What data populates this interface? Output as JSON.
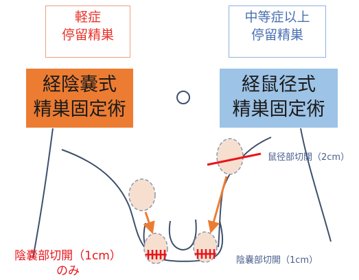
{
  "left": {
    "severity_lines": [
      "軽症",
      "停留精巣"
    ],
    "method_lines": [
      "経陰嚢式",
      "精巣固定術"
    ],
    "incision_lines": [
      "陰嚢部切開（1cm）",
      "のみ"
    ]
  },
  "right": {
    "severity_lines": [
      "中等症以上",
      "停留精巣"
    ],
    "method_lines": [
      "経鼠径式",
      "精巣固定術"
    ],
    "inguinal_incision": "鼠径部切開（2cm）",
    "scrotal_incision": "陰嚢部切開（1cm）"
  },
  "colors": {
    "severity_left_text": "#e8332a",
    "severity_left_border": "#e9a27c",
    "severity_right_text": "#4a6fb0",
    "severity_right_border": "#8fb0d8",
    "method_left_fill": "#ec7c32",
    "method_right_fill": "#9dc3e6",
    "body_outline": "#3d4f6b",
    "testis_fill": "#f7dfd0",
    "testis_border": "#8e97a8",
    "arrow": "#ec7c32",
    "incision_red": "#e8141b",
    "incision_text_left": "#e8141b",
    "incision_text_right": "#4a5f8c"
  },
  "icons": {
    "navel": "navel-circle-icon",
    "testis": "testis-oval-icon",
    "descent_arrow": "descent-arrow-icon",
    "incision_mark": "incision-stitch-icon"
  }
}
